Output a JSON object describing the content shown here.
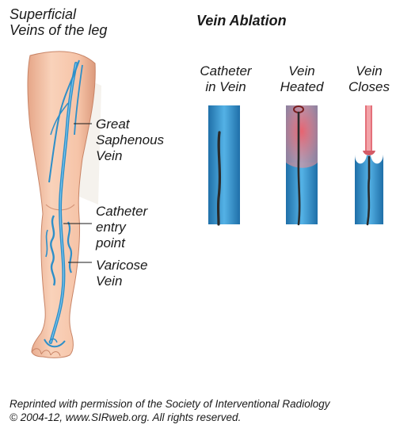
{
  "left_title": "Superficial\nVeins of the leg",
  "right_title": "Vein Ablation",
  "labels": {
    "great_saphenous": "Great\nSaphenous\nVein",
    "catheter_entry": "Catheter\nentry\npoint",
    "varicose": "Varicose\nVein"
  },
  "stages": [
    {
      "label": "Catheter\nin Vein"
    },
    {
      "label": "Vein\nHeated"
    },
    {
      "label": "Vein\nCloses"
    }
  ],
  "credit": {
    "line1": "Reprinted with permission of the Society of Interventional Radiology",
    "line2": "© 2004-12, www.SIRweb.org. All rights reserved."
  },
  "colors": {
    "skin": "#f6c7ac",
    "skin_shadow": "#e9a98c",
    "vein": "#2e8fc8",
    "vein_dark": "#1a6aa0",
    "heat": "#e4707a",
    "catheter": "#2a2a2a"
  }
}
